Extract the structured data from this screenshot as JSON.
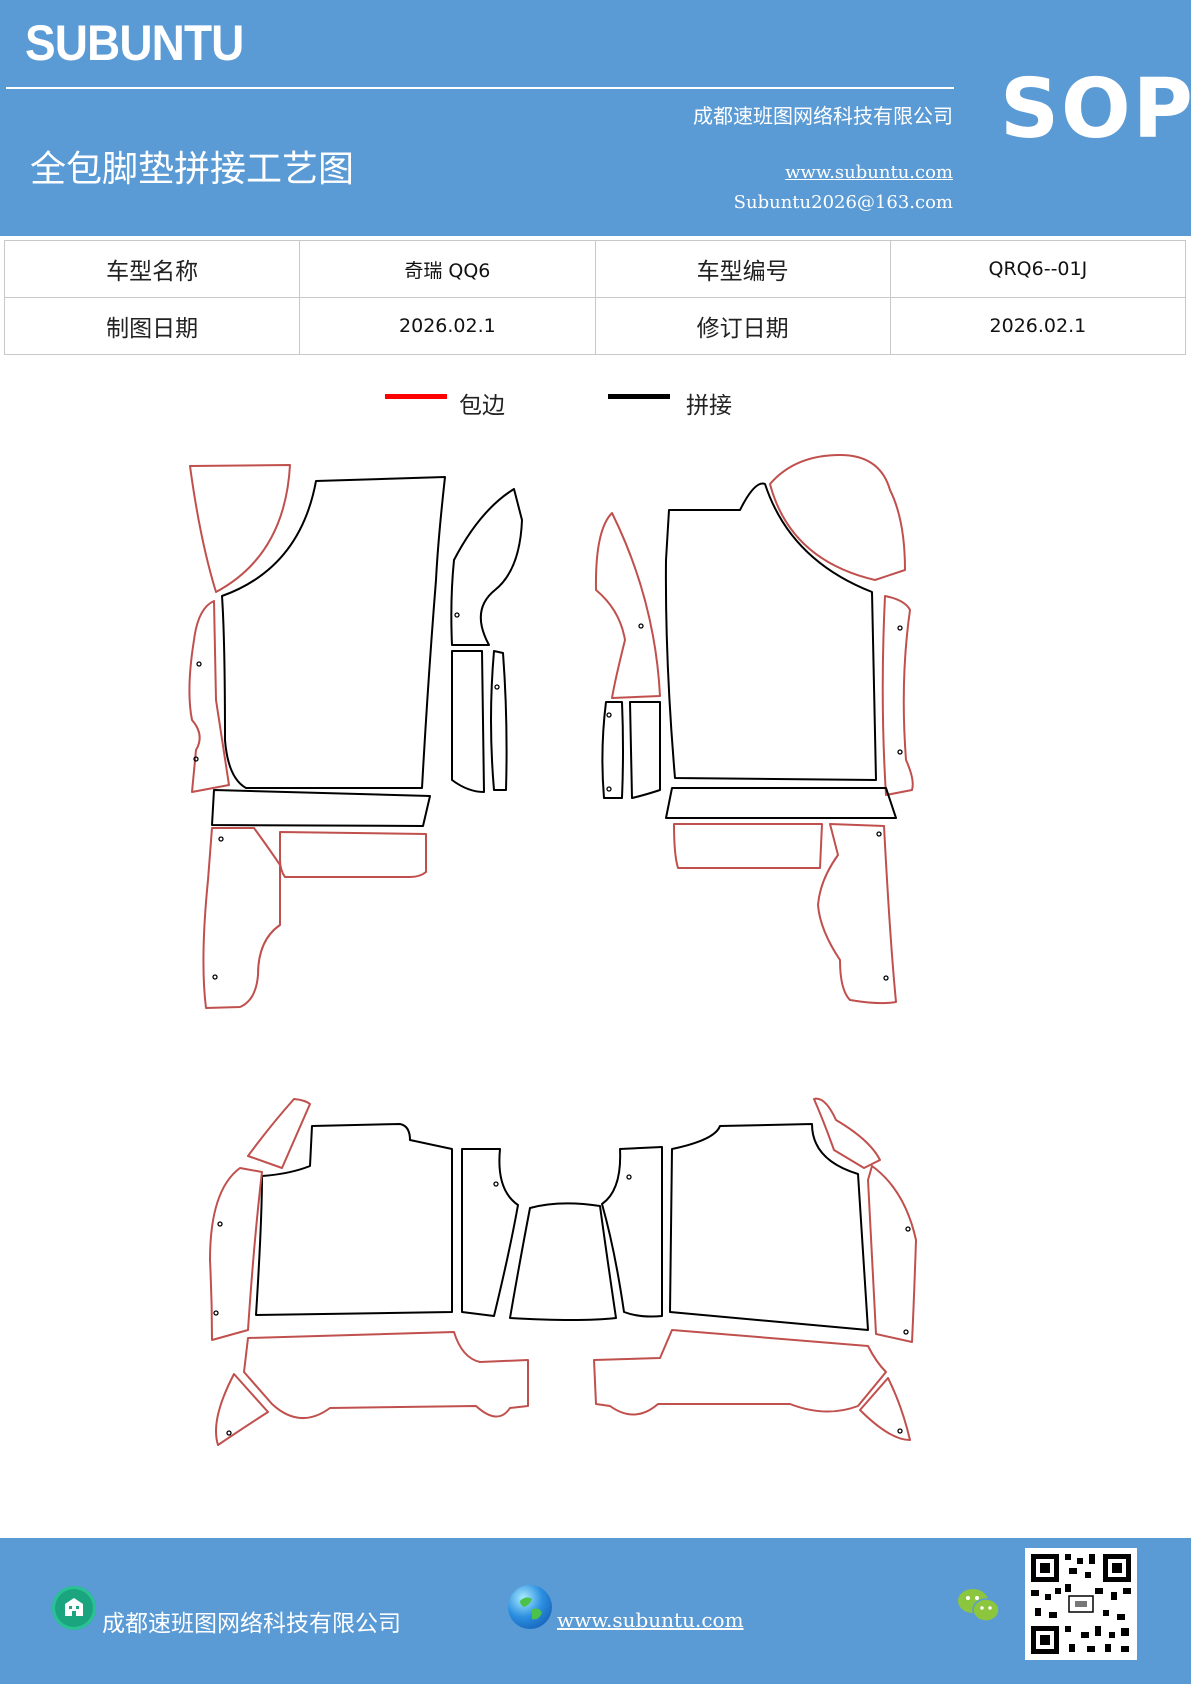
{
  "header": {
    "brand": "SUBUNTU",
    "company": "成都速班图网络科技有限公司",
    "title": "全包脚垫拼接工艺图",
    "url": "www.subuntu.com",
    "email": "Subuntu2026@163.com",
    "badge": "SOP"
  },
  "info_table": {
    "rows": [
      [
        "车型名称",
        "奇瑞 QQ6",
        "车型编号",
        "QRQ6--01J"
      ],
      [
        "制图日期",
        "2026.02.1",
        "修订日期",
        "2026.02.1"
      ]
    ]
  },
  "legend": [
    {
      "label": "包边",
      "color": "#ff0000"
    },
    {
      "label": "拼接",
      "color": "#000000"
    }
  ],
  "footer": {
    "company": "成都速班图网络科技有限公司",
    "url": "www.subuntu.com "
  },
  "icons": {
    "building": "building-icon",
    "globe": "globe-icon",
    "wechat": "wechat-icon",
    "qr": "qr-code-icon"
  },
  "colors": {
    "header_bg": "#5b9bd5",
    "edge_wrap": "#c0504d",
    "seam": "#000000"
  }
}
